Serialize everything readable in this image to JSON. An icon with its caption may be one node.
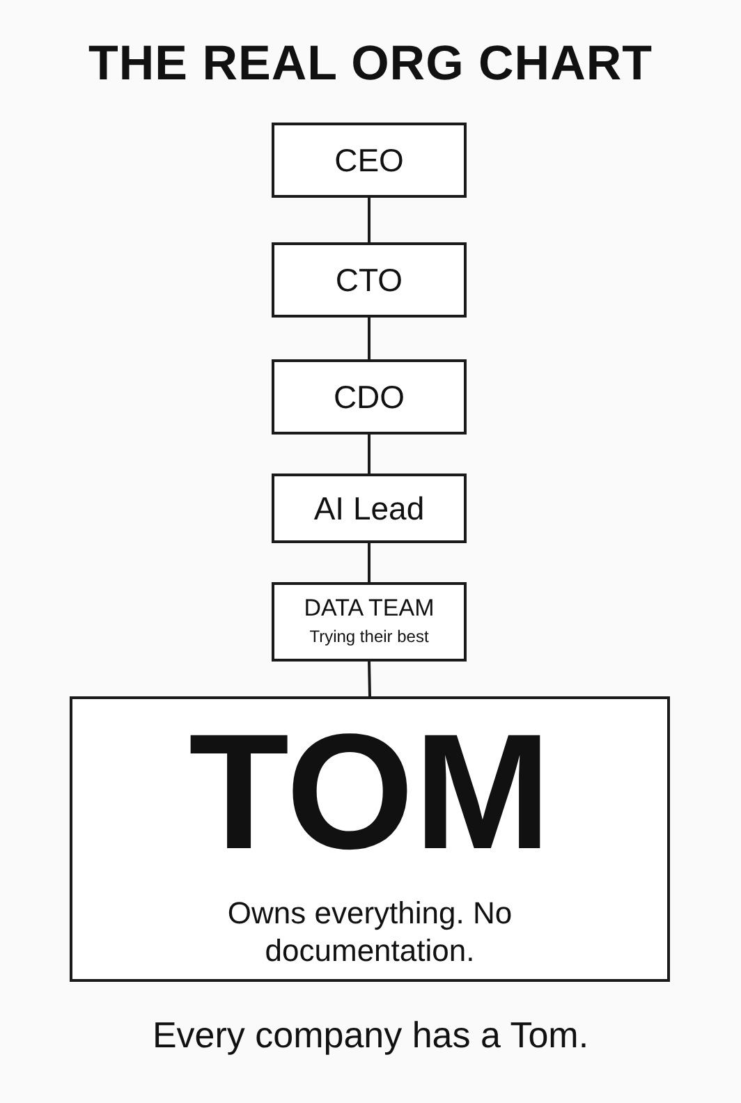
{
  "diagram": {
    "title": "THE REAL ORG CHART",
    "nodes": [
      {
        "text": [
          "CEO"
        ]
      },
      {
        "text": [
          "CTO"
        ]
      },
      {
        "text": [
          "CDO"
        ]
      },
      {
        "text": [
          "AI Lead"
        ]
      },
      {
        "text": [
          "DATA TEAM",
          "Trying their best"
        ]
      },
      {
        "text": [
          "TOM",
          "Owns everything. No documentation."
        ]
      }
    ],
    "edges": [
      {
        "from": 0,
        "to": 1,
        "arrow": "none"
      },
      {
        "from": 1,
        "to": 2,
        "arrow": "none"
      },
      {
        "from": 2,
        "to": 3,
        "arrow": "none"
      },
      {
        "from": 3,
        "to": 4,
        "arrow": "none"
      },
      {
        "from": 4,
        "to": 5,
        "arrow": "none"
      }
    ],
    "caption": "Every company has a Tom."
  }
}
